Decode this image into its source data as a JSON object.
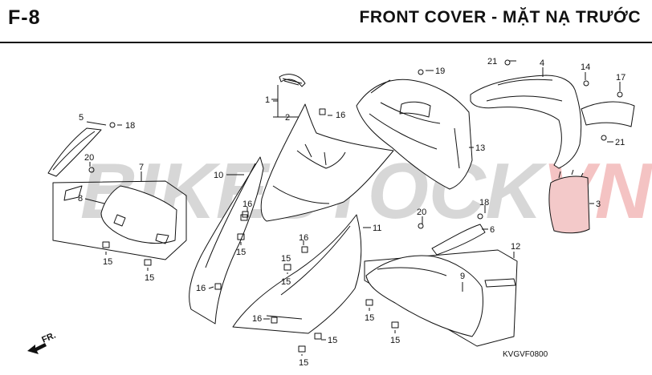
{
  "header": {
    "code": "F-8",
    "title": "FRONT COVER - MẶT NẠ TRƯỚC"
  },
  "watermark": {
    "part1": "BIKESTOCK",
    "part2": "VN",
    "color_gray": "#c9c9c9",
    "color_red": "#f2b8b8"
  },
  "direction_label": "FR.",
  "reference_code": "KVGVF0800",
  "callouts": [
    {
      "id": "c1",
      "text": "1"
    },
    {
      "id": "c2",
      "text": "2"
    },
    {
      "id": "c3",
      "text": "3"
    },
    {
      "id": "c4",
      "text": "4"
    },
    {
      "id": "c5",
      "text": "5"
    },
    {
      "id": "c6",
      "text": "6"
    },
    {
      "id": "c7",
      "text": "7"
    },
    {
      "id": "c8",
      "text": "8"
    },
    {
      "id": "c9",
      "text": "9"
    },
    {
      "id": "c10",
      "text": "10"
    },
    {
      "id": "c11",
      "text": "11"
    },
    {
      "id": "c12",
      "text": "12"
    },
    {
      "id": "c13",
      "text": "13"
    },
    {
      "id": "c14",
      "text": "14"
    },
    {
      "id": "c15a",
      "text": "15"
    },
    {
      "id": "c15b",
      "text": "15"
    },
    {
      "id": "c15c",
      "text": "15"
    },
    {
      "id": "c15d",
      "text": "15"
    },
    {
      "id": "c15e",
      "text": "15"
    },
    {
      "id": "c15f",
      "text": "15"
    },
    {
      "id": "c15g",
      "text": "15"
    },
    {
      "id": "c15h",
      "text": "15"
    },
    {
      "id": "c15i",
      "text": "15"
    },
    {
      "id": "c16a",
      "text": "16"
    },
    {
      "id": "c16b",
      "text": "16"
    },
    {
      "id": "c16c",
      "text": "16"
    },
    {
      "id": "c16d",
      "text": "16"
    },
    {
      "id": "c16e",
      "text": "16"
    },
    {
      "id": "c17",
      "text": "17"
    },
    {
      "id": "c18a",
      "text": "18"
    },
    {
      "id": "c18b",
      "text": "18"
    },
    {
      "id": "c19",
      "text": "19"
    },
    {
      "id": "c20a",
      "text": "20"
    },
    {
      "id": "c20b",
      "text": "20"
    },
    {
      "id": "c21a",
      "text": "21"
    },
    {
      "id": "c21b",
      "text": "21"
    }
  ]
}
